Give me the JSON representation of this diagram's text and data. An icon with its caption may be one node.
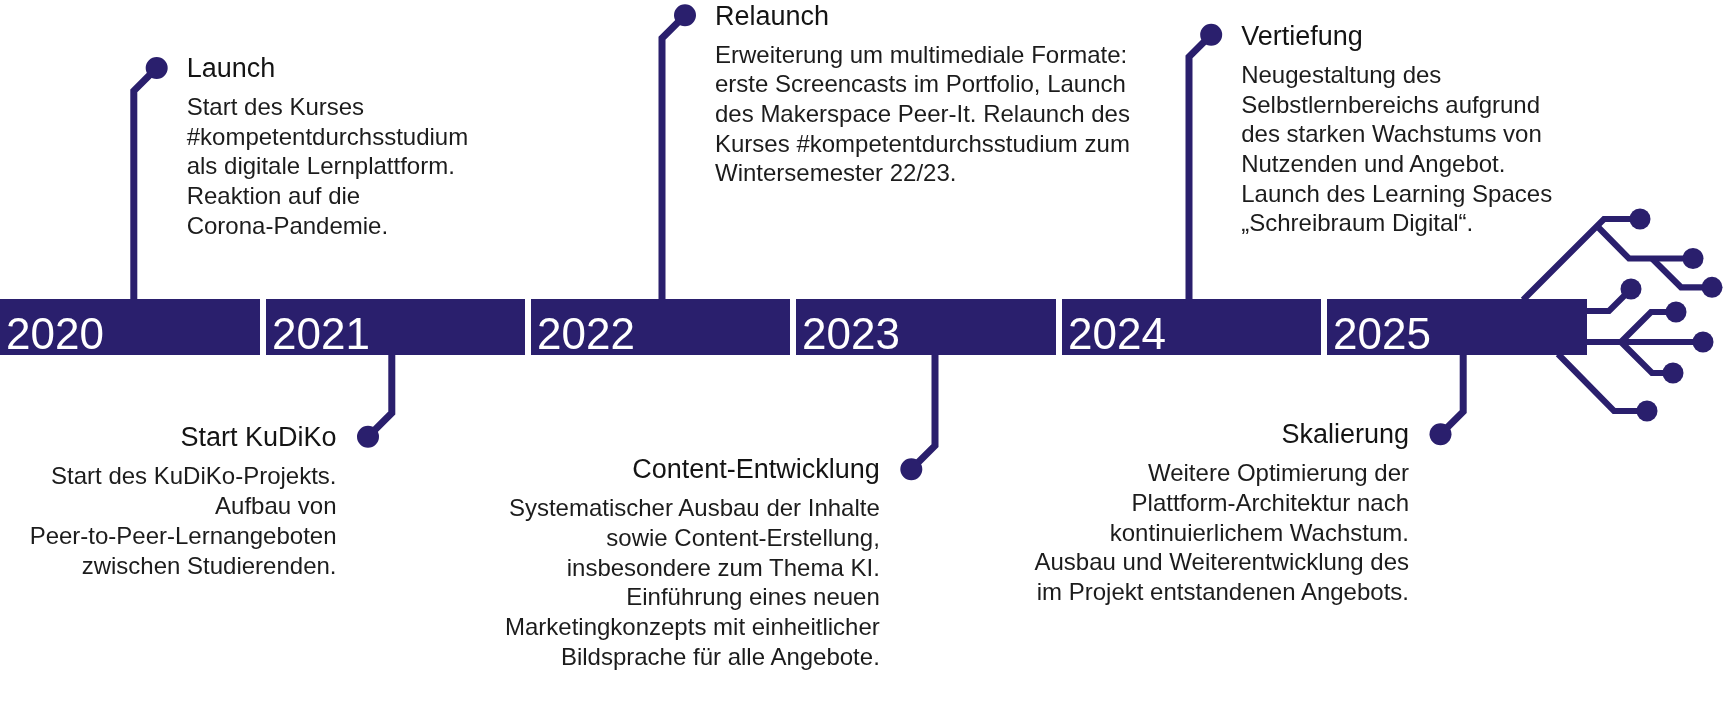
{
  "diagram": {
    "nodes": [
      {
        "text": [
          "2020"
        ]
      },
      {
        "text": [
          "2021"
        ]
      },
      {
        "text": [
          "2022"
        ]
      },
      {
        "text": [
          "2023"
        ]
      },
      {
        "text": [
          "2024"
        ]
      },
      {
        "text": [
          "2025"
        ]
      },
      {
        "text": [
          "Launch",
          "Start des Kurses #kompetentdurchsstudium als digitale Lernplattform. Reaktion auf die Corona-Pandemie."
        ]
      },
      {
        "text": [
          "Start KuDiKo",
          "Start des KuDiKo-Projekts. Aufbau von Peer-to-Peer-Lernangeboten zwischen Studierenden."
        ]
      },
      {
        "text": [
          "Relaunch",
          "Erweiterung um multimediale Formate: erste Screencasts im Portfolio, Launch des Makerspace Peer-It. Relaunch des Kurses #kompetentdurchsstudium zum Wintersemester 22/23."
        ]
      },
      {
        "text": [
          "Content-Entwicklung",
          "Systematischer Ausbau der Inhalte sowie Content-Erstellung, insbesondere zum Thema KI. Einführung eines neuen Marketingkonzepts mit einheitlicher Bildsprache für alle Angebote."
        ]
      },
      {
        "text": [
          "Vertiefung",
          "Neugestaltung des Selbstlernbereichs aufgrund des starken Wachstums von Nutzenden und Angebot. Launch des Learning Spaces „Schreibraum Digital“."
        ]
      },
      {
        "text": [
          "Skalierung",
          "Weitere Optimierung der Plattform-Architektur nach kontinuierlichem Wachstum. Ausbau und Weiterentwicklung des im Projekt entstandenen Angebots."
        ]
      }
    ],
    "edges": [
      {
        "from": 0,
        "to": 6,
        "arrow": "other"
      },
      {
        "from": 1,
        "to": 7,
        "arrow": "other"
      },
      {
        "from": 2,
        "to": 8,
        "arrow": "other"
      },
      {
        "from": 3,
        "to": 9,
        "arrow": "other"
      },
      {
        "from": 4,
        "to": 10,
        "arrow": "other"
      },
      {
        "from": 5,
        "to": 11,
        "arrow": "other"
      }
    ]
  }
}
